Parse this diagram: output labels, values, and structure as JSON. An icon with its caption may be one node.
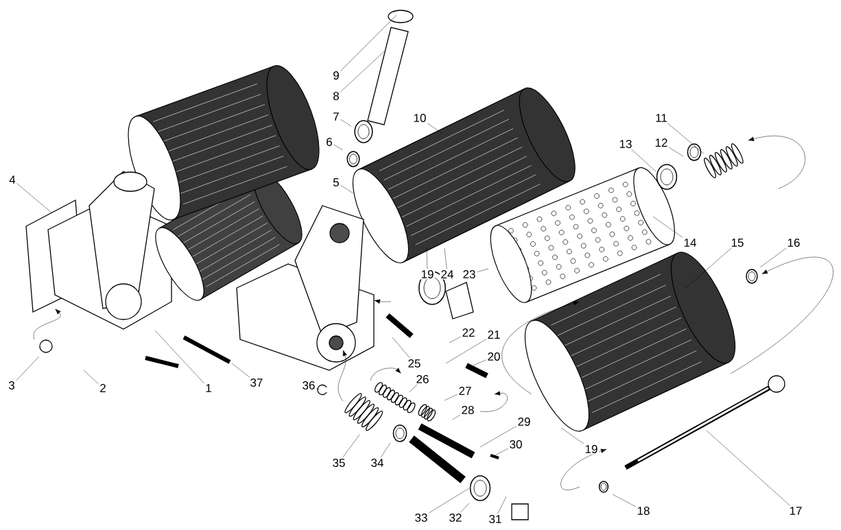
{
  "diagram": {
    "nodes": [
      {
        "text": [
          "9"
        ]
      },
      {
        "text": [
          "8"
        ]
      },
      {
        "text": [
          "7"
        ]
      },
      {
        "text": [
          "10"
        ]
      },
      {
        "text": [
          "11"
        ]
      },
      {
        "text": [
          "6"
        ]
      },
      {
        "text": [
          "13"
        ]
      },
      {
        "text": [
          "12"
        ]
      },
      {
        "text": [
          "5"
        ]
      },
      {
        "text": [
          "4"
        ]
      },
      {
        "text": [
          "14"
        ]
      },
      {
        "text": [
          "15"
        ]
      },
      {
        "text": [
          "16"
        ]
      },
      {
        "text": [
          "19"
        ]
      },
      {
        "text": [
          "24"
        ]
      },
      {
        "text": [
          "23"
        ]
      },
      {
        "text": [
          "22"
        ]
      },
      {
        "text": [
          "21"
        ]
      },
      {
        "text": [
          "25"
        ]
      },
      {
        "text": [
          "20"
        ]
      },
      {
        "text": [
          "26"
        ]
      },
      {
        "text": [
          "27"
        ]
      },
      {
        "text": [
          "28"
        ]
      },
      {
        "text": [
          "3"
        ]
      },
      {
        "text": [
          "37"
        ]
      },
      {
        "text": [
          "1"
        ]
      },
      {
        "text": [
          "2"
        ]
      },
      {
        "text": [
          "36"
        ]
      },
      {
        "text": [
          "29"
        ]
      },
      {
        "text": [
          "30"
        ]
      },
      {
        "text": [
          "19"
        ]
      },
      {
        "text": [
          "35"
        ]
      },
      {
        "text": [
          "34"
        ]
      },
      {
        "text": [
          "18"
        ]
      },
      {
        "text": [
          "17"
        ]
      },
      {
        "text": [
          "33"
        ]
      },
      {
        "text": [
          "32"
        ]
      },
      {
        "text": [
          "31"
        ]
      }
    ],
    "edges": [
      {
        "from": 0,
        "to": null,
        "arrow": "none"
      },
      {
        "from": 1,
        "to": null,
        "arrow": "none"
      },
      {
        "from": 2,
        "to": null,
        "arrow": "none"
      },
      {
        "from": 3,
        "to": null,
        "arrow": "none"
      },
      {
        "from": 4,
        "to": null,
        "arrow": "none"
      },
      {
        "from": 5,
        "to": null,
        "arrow": "none"
      },
      {
        "from": 6,
        "to": null,
        "arrow": "none"
      },
      {
        "from": 7,
        "to": null,
        "arrow": "none"
      },
      {
        "from": 8,
        "to": null,
        "arrow": "none"
      },
      {
        "from": 9,
        "to": null,
        "arrow": "none"
      },
      {
        "from": 10,
        "to": null,
        "arrow": "none"
      },
      {
        "from": 11,
        "to": null,
        "arrow": "none"
      },
      {
        "from": 12,
        "to": null,
        "arrow": "none"
      },
      {
        "from": 13,
        "to": null,
        "arrow": "none"
      },
      {
        "from": 14,
        "to": null,
        "arrow": "none"
      },
      {
        "from": 15,
        "to": null,
        "arrow": "none"
      },
      {
        "from": 16,
        "to": null,
        "arrow": "none"
      },
      {
        "from": 17,
        "to": null,
        "arrow": "none"
      },
      {
        "from": 18,
        "to": null,
        "arrow": "none"
      },
      {
        "from": 19,
        "to": null,
        "arrow": "none"
      },
      {
        "from": 20,
        "to": null,
        "arrow": "none"
      },
      {
        "from": 21,
        "to": null,
        "arrow": "none"
      },
      {
        "from": 22,
        "to": null,
        "arrow": "none"
      },
      {
        "from": 23,
        "to": null,
        "arrow": "none"
      },
      {
        "from": 24,
        "to": null,
        "arrow": "none"
      },
      {
        "from": 25,
        "to": null,
        "arrow": "none"
      },
      {
        "from": 26,
        "to": null,
        "arrow": "none"
      },
      {
        "from": 27,
        "to": null,
        "arrow": "none"
      },
      {
        "from": 28,
        "to": null,
        "arrow": "none"
      },
      {
        "from": 29,
        "to": null,
        "arrow": "none"
      },
      {
        "from": 30,
        "to": null,
        "arrow": "none"
      },
      {
        "from": 31,
        "to": null,
        "arrow": "none"
      },
      {
        "from": 32,
        "to": null,
        "arrow": "none"
      },
      {
        "from": 33,
        "to": null,
        "arrow": "none"
      },
      {
        "from": 34,
        "to": null,
        "arrow": "none"
      },
      {
        "from": 35,
        "to": null,
        "arrow": "none"
      },
      {
        "from": 36,
        "to": null,
        "arrow": "none"
      },
      {
        "from": 37,
        "to": null,
        "arrow": "none"
      }
    ]
  }
}
